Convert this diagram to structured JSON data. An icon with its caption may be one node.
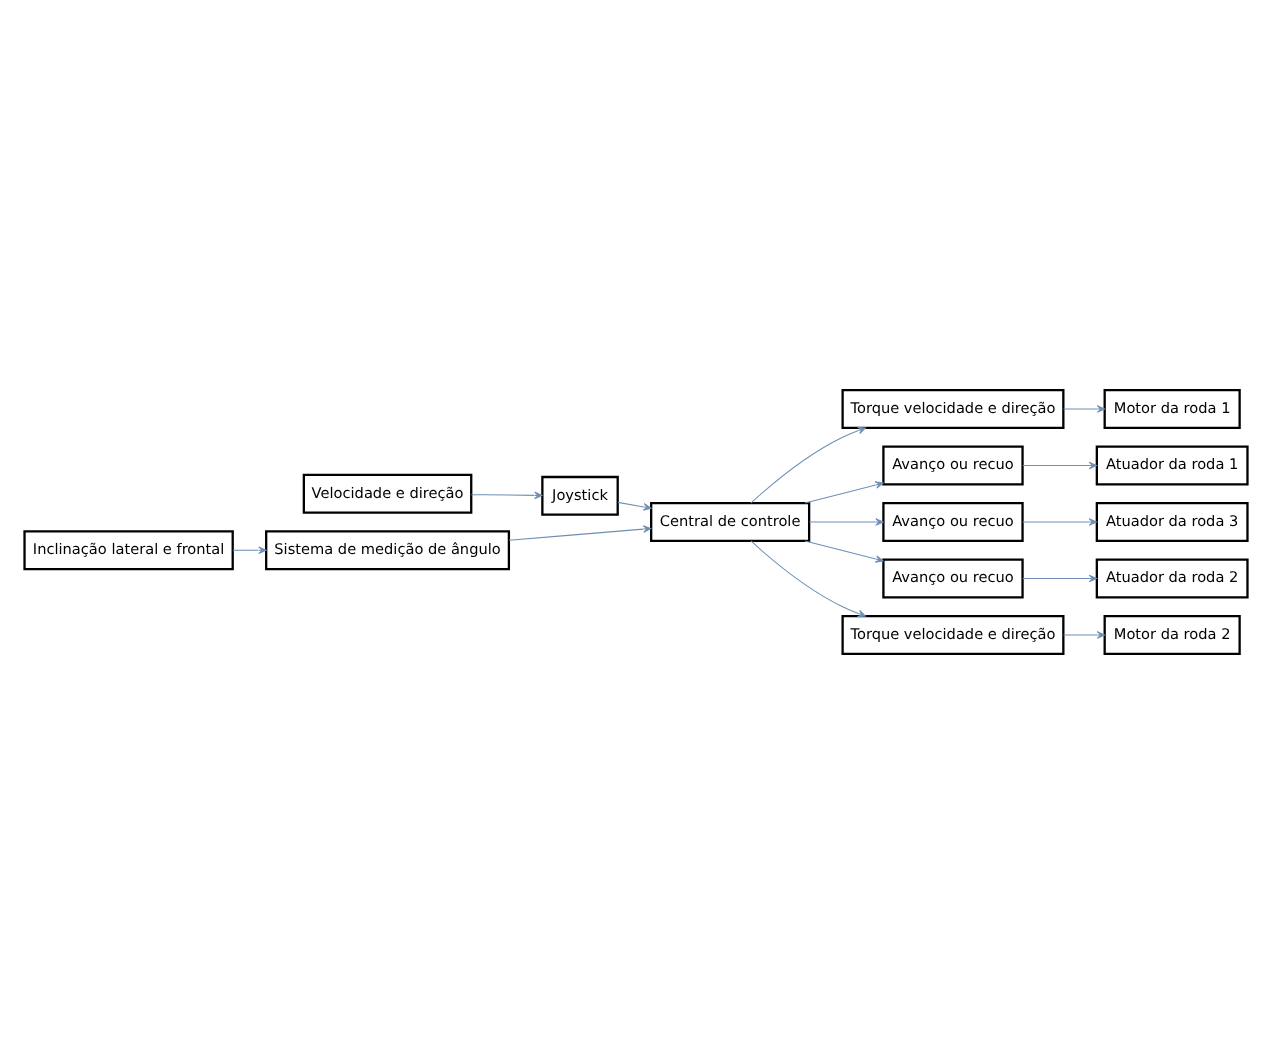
{
  "diagram": {
    "nodes": [
      {
        "text": [
          "Velocidade e direção"
        ]
      },
      {
        "text": [
          "Joystick"
        ]
      },
      {
        "text": [
          "Sistema de medição de ângulo"
        ]
      },
      {
        "text": [
          "Inclinação lateral e frontal"
        ]
      },
      {
        "text": [
          "Central de controle"
        ]
      },
      {
        "text": [
          "Torque velocidade e direção"
        ]
      },
      {
        "text": [
          "Motor da roda 1"
        ]
      },
      {
        "text": [
          "Avanço ou recuo"
        ]
      },
      {
        "text": [
          "Atuador da roda 1"
        ]
      },
      {
        "text": [
          "Avanço ou recuo"
        ]
      },
      {
        "text": [
          "Atuador da roda 3"
        ]
      },
      {
        "text": [
          "Avanço ou recuo"
        ]
      },
      {
        "text": [
          "Atuador da roda 2"
        ]
      },
      {
        "text": [
          "Torque velocidade e direção"
        ]
      },
      {
        "text": [
          "Motor da roda 2"
        ]
      }
    ],
    "edges": [
      {
        "from": 0,
        "to": 1,
        "arrow": "to"
      },
      {
        "from": 1,
        "to": 4,
        "arrow": "to"
      },
      {
        "from": 2,
        "to": 4,
        "arrow": "to"
      },
      {
        "from": 3,
        "to": 2,
        "arrow": "to"
      },
      {
        "from": 4,
        "to": 5,
        "arrow": "to"
      },
      {
        "from": 5,
        "to": 6,
        "arrow": "to"
      },
      {
        "from": 4,
        "to": 7,
        "arrow": "to"
      },
      {
        "from": 7,
        "to": 8,
        "arrow": "to"
      },
      {
        "from": 4,
        "to": 9,
        "arrow": "to"
      },
      {
        "from": 9,
        "to": 10,
        "arrow": "to"
      },
      {
        "from": 4,
        "to": 11,
        "arrow": "to"
      },
      {
        "from": 11,
        "to": 12,
        "arrow": "to"
      },
      {
        "from": 4,
        "to": 13,
        "arrow": "to"
      },
      {
        "from": 13,
        "to": 14,
        "arrow": "to"
      }
    ]
  }
}
